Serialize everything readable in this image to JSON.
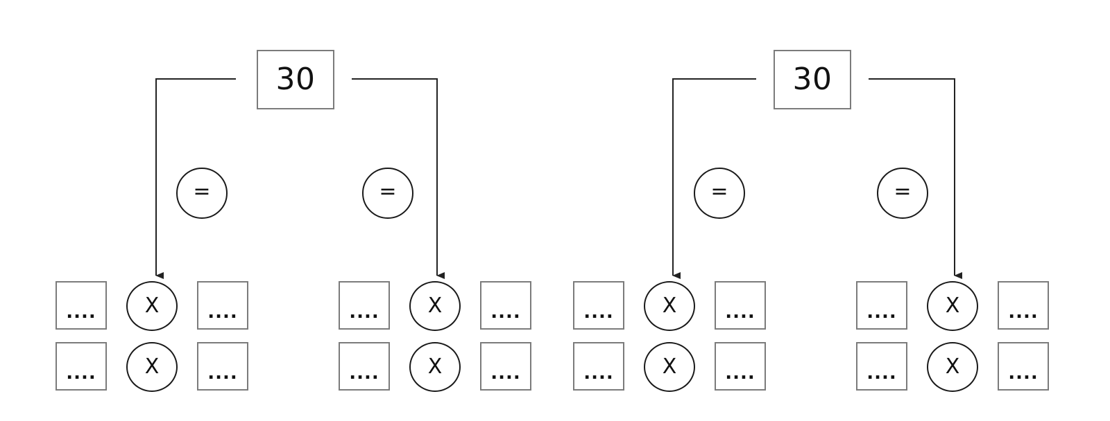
{
  "diagrams": [
    {
      "root": "30",
      "branches": [
        {
          "relation": "=",
          "rows": [
            {
              "left": "....",
              "operator": "X",
              "right": "...."
            },
            {
              "left": "....",
              "operator": "X",
              "right": "...."
            }
          ]
        },
        {
          "relation": "=",
          "rows": [
            {
              "left": "....",
              "operator": "X",
              "right": "...."
            },
            {
              "left": "....",
              "operator": "X",
              "right": "...."
            }
          ]
        }
      ]
    },
    {
      "root": "30",
      "branches": [
        {
          "relation": "=",
          "rows": [
            {
              "left": "....",
              "operator": "X",
              "right": "...."
            },
            {
              "left": "....",
              "operator": "X",
              "right": "...."
            }
          ]
        },
        {
          "relation": "=",
          "rows": [
            {
              "left": "....",
              "operator": "X",
              "right": "...."
            },
            {
              "left": "....",
              "operator": "X",
              "right": "...."
            }
          ]
        }
      ]
    }
  ],
  "colors": {
    "line": "#222222",
    "box_border": "#7b7b7b",
    "circle_border": "#1a1a1a"
  }
}
